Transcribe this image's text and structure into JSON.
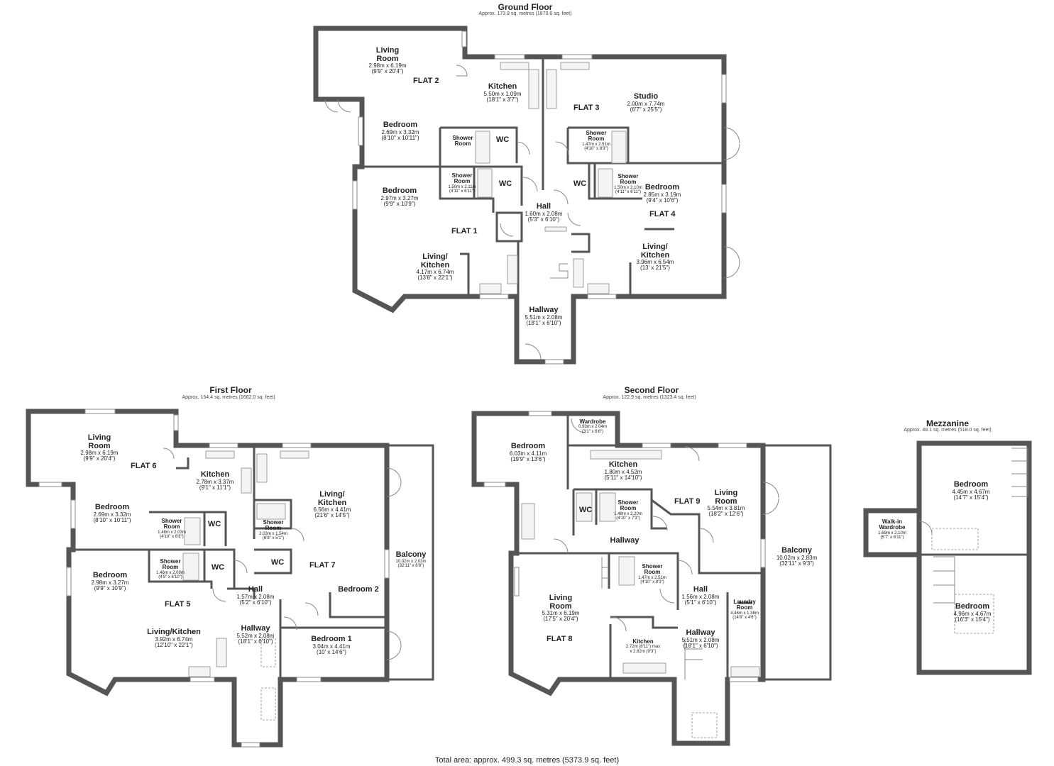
{
  "floors": {
    "ground": {
      "title": "Ground Floor",
      "area": "Approx. 173.8 sq. metres (1870.6 sq. feet)"
    },
    "first": {
      "title": "First Floor",
      "area": "Approx. 154.4 sq. metres (1662.0 sq. feet)"
    },
    "second": {
      "title": "Second Floor",
      "area": "Approx. 122.9 sq. metres (1323.4 sq. feet)"
    },
    "mezzanine": {
      "title": "Mezzanine",
      "area": "Approx. 48.1 sq. metres (518.0 sq. feet)"
    }
  },
  "total_area": "Total area: approx. 499.3 sq. metres (5373.9 sq. feet)",
  "rooms": [
    {
      "name": "Living\nRoom",
      "dims": "2.98m x 6.19m\n(9'9\" x 20'4\")"
    },
    {
      "name": "Kitchen",
      "dims": "5.50m x 1.09m\n(18'1\" x 3'7\")"
    },
    {
      "name": "Studio",
      "dims": "2.00m x 7.74m\n(6'7\" x 25'5\")"
    },
    {
      "name": "Bedroom",
      "dims": "2.69m x 3.32m\n(8'10\" x 10'11\")"
    },
    {
      "name": "Shower\nRoom",
      "dims": ""
    },
    {
      "name": "WC",
      "dims": ""
    },
    {
      "name": "Shower\nRoom",
      "dims": "1.47m x 2.51m\n(4'10\" x 8'3\")"
    },
    {
      "name": "Shower\nRoom",
      "dims": "1.50m x 2.11m\n(4'11\" x 6'11\")"
    },
    {
      "name": "WC",
      "dims": ""
    },
    {
      "name": "WC",
      "dims": ""
    },
    {
      "name": "Shower\nRoom",
      "dims": "1.50m x 2.10m\n(4'11\" x 6'11\")"
    },
    {
      "name": "Bedroom",
      "dims": "2.97m x 3.27m\n(9'9\" x 10'9\")"
    },
    {
      "name": "Bedroom",
      "dims": "2.85m x 3.19m\n(9'4\" x 10'6\")"
    },
    {
      "name": "Hall",
      "dims": "1.60m x 2.08m\n(5'3\" x 6'10\")"
    },
    {
      "name": "Living/\nKitchen",
      "dims": "4.17m x 6.74m\n(13'8\" x 22'1\")"
    },
    {
      "name": "Living/\nKitchen",
      "dims": "3.96m x 6.54m\n(13' x 21'5\")"
    },
    {
      "name": "Hallway",
      "dims": "5.51m x 2.08m\n(18'1\" x 6'10\")"
    },
    {
      "name": "Living\nRoom",
      "dims": "2.98m x 6.19m\n(9'9\" x 20'4\")"
    },
    {
      "name": "Kitchen",
      "dims": "2.78m x 3.37m\n(9'1\" x 11'1\")"
    },
    {
      "name": "Living/\nKitchen",
      "dims": "6.56m x 4.41m\n(21'6\" x 14'5\")"
    },
    {
      "name": "Bedroom",
      "dims": "2.69m x 3.32m\n(8'10\" x 10'11\")"
    },
    {
      "name": "Shower\nRoom",
      "dims": "1.48m x 2.03m\n(4'10\" x 6'8\")"
    },
    {
      "name": "WC",
      "dims": ""
    },
    {
      "name": "Shower\nRoom",
      "dims": "2.03m x 1.54m\n(6'8\" x 5'1\")"
    },
    {
      "name": "Balcony",
      "dims": "10.02m x 2.03m\n(32'11\" x 6'8\")"
    },
    {
      "name": "Shower\nRoom",
      "dims": "1.46m x 2.09m\n(4'9\" x 6'10\")"
    },
    {
      "name": "WC",
      "dims": ""
    },
    {
      "name": "WC",
      "dims": ""
    },
    {
      "name": "Bedroom",
      "dims": "2.98m x 3.27m\n(9'9\" x 10'9\")"
    },
    {
      "name": "Bedroom 2",
      "dims": ""
    },
    {
      "name": "Hall",
      "dims": "1.57m x 2.08m\n(5'2\" x 6'10\")"
    },
    {
      "name": "Hallway",
      "dims": "5.52m x 2.08m\n(18'1\" x 6'10\")"
    },
    {
      "name": "Bedroom 1",
      "dims": "3.04m x 4.41m\n(10' x 14'6\")"
    },
    {
      "name": "Living/Kitchen",
      "dims": "3.92m x 6.74m\n(12'10\" x 22'1\")"
    },
    {
      "name": "Wardrobe",
      "dims": "0.93m x 2.04m\n(3'1\" x 6'8\")"
    },
    {
      "name": "Bedroom",
      "dims": "6.03m x 4.11m\n(19'9\" x 13'6\")"
    },
    {
      "name": "Kitchen",
      "dims": "1.80m x 4.52m\n(5'11\" x 14'10\")"
    },
    {
      "name": "Living\nRoom",
      "dims": "5.54m x 3.81m\n(18'2\" x 12'6\")"
    },
    {
      "name": "WC",
      "dims": ""
    },
    {
      "name": "Shower\nRoom",
      "dims": "1.48m x 2.20m\n(4'10\" x 7'3\")"
    },
    {
      "name": "Hallway",
      "dims": ""
    },
    {
      "name": "Balcony",
      "dims": "10.02m x 2.83m\n(32'11\" x 9'3\")"
    },
    {
      "name": "Shower\nRoom",
      "dims": "1.47m x 2.51m\n(4'10\" x 8'3\")"
    },
    {
      "name": "Hall",
      "dims": "1.56m x 2.08m\n(5'1\" x 6'10\")"
    },
    {
      "name": "Laundry\nRoom",
      "dims": "4.46m x 1.38m\n(14'8\" x 4'6\")"
    },
    {
      "name": "Living\nRoom",
      "dims": "5.31m x 6.19m\n(17'5\" x 20'4\")"
    },
    {
      "name": "Hallway",
      "dims": "5.51m x 2.08m\n(18'1\" x 6'10\")"
    },
    {
      "name": "Kitchen",
      "dims": "2.72m (8'11\") max\nx 2.82m (9'3\")"
    },
    {
      "name": "Bedroom",
      "dims": "4.45m x 4.67m\n(14'7\" x 15'4\")"
    },
    {
      "name": "Walk-in\nWardrobe",
      "dims": "1.69m x 2.10m\n(5'7\" x 6'11\")"
    },
    {
      "name": "Bedroom",
      "dims": "4.96m x 4.67m\n(16'3\" x 15'4\")"
    }
  ],
  "flats": [
    "FLAT 1",
    "FLAT 2",
    "FLAT 3",
    "FLAT 4",
    "FLAT 5",
    "FLAT 6",
    "FLAT 7",
    "FLAT 8",
    "FLAT 9"
  ]
}
